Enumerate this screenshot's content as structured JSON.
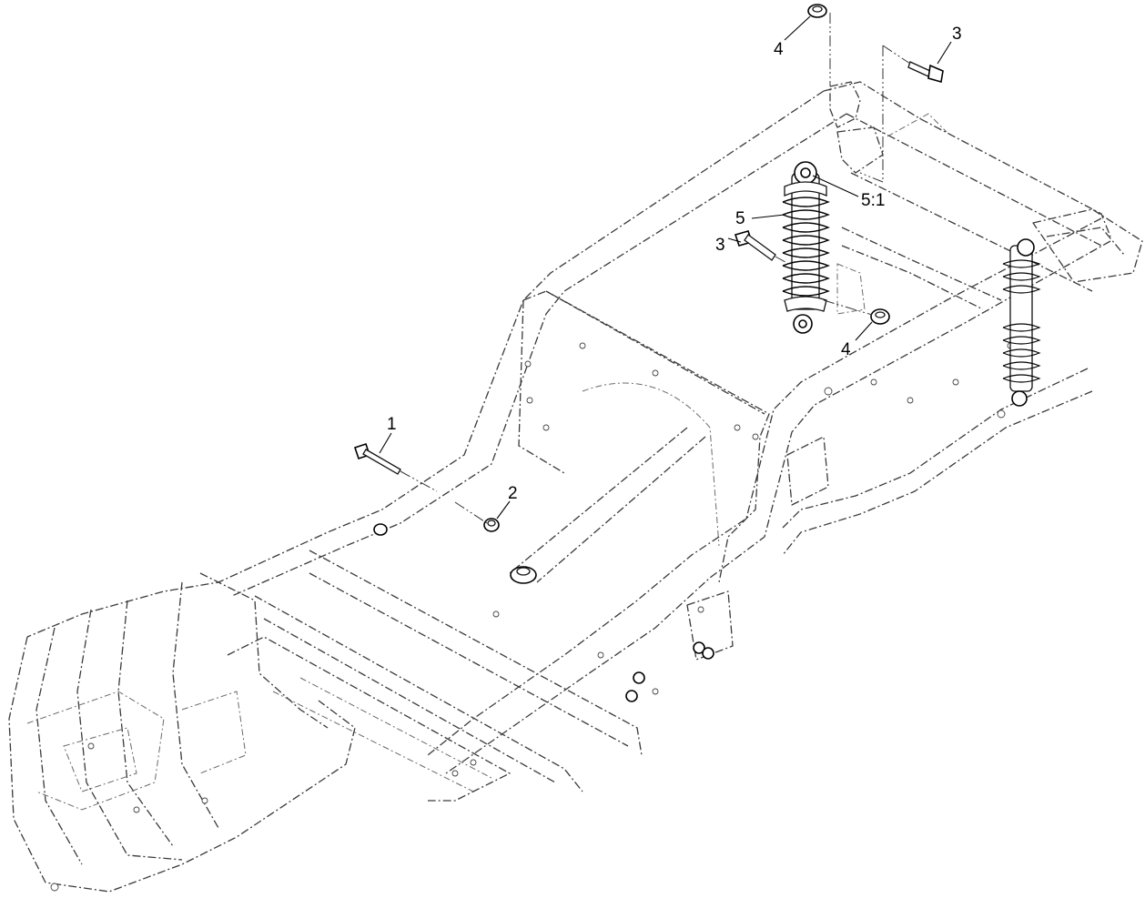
{
  "callouts": [
    {
      "id": "c1",
      "label": "1"
    },
    {
      "id": "c2",
      "label": "2"
    },
    {
      "id": "c3a",
      "label": "3"
    },
    {
      "id": "c3b",
      "label": "3"
    },
    {
      "id": "c4a",
      "label": "4"
    },
    {
      "id": "c4b",
      "label": "4"
    },
    {
      "id": "c5",
      "label": "5"
    },
    {
      "id": "c51",
      "label": "5:1"
    }
  ]
}
